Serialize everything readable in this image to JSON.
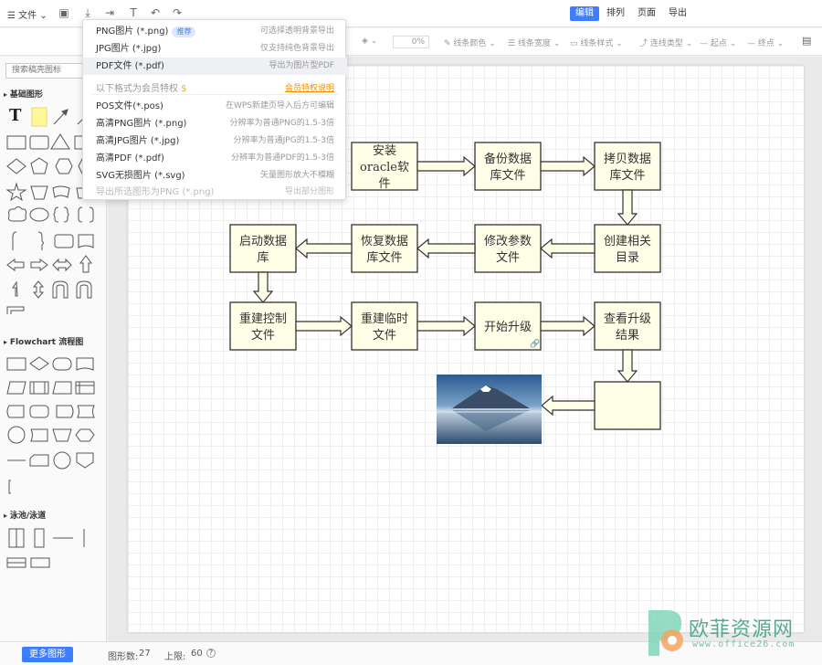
{
  "menubar": {
    "file_label": "文件",
    "tabs": [
      {
        "label": "编辑",
        "active": true
      },
      {
        "label": "排列",
        "active": false
      },
      {
        "label": "页面",
        "active": false
      },
      {
        "label": "导出",
        "active": false
      }
    ]
  },
  "toolbar2": {
    "opacity": "0%",
    "line_color": "线条颜色",
    "line_width": "线条宽度",
    "line_style": "线条样式",
    "connector_type": "连线类型",
    "start_point": "起点",
    "end_point": "终点"
  },
  "left_panel": {
    "search_placeholder": "搜索稿壳图标",
    "sections": [
      "基础图形",
      "Flowchart 流程图",
      "泳池/泳道"
    ]
  },
  "export_menu": {
    "items": [
      {
        "label": "PNG图片 (*.png)",
        "badge": "推荐",
        "desc": "可选择透明背景导出"
      },
      {
        "label": "JPG图片 (*.jpg)",
        "desc": "仅支持纯色背景导出"
      },
      {
        "label": "PDF文件 (*.pdf)",
        "desc": "导出为图片型PDF"
      }
    ],
    "vip_header": "以下格式为会员特权",
    "vip_link": "会员特权说明",
    "vip_items": [
      {
        "label": "POS文件(*.pos)",
        "desc": "在WPS新建页导入后方可编辑"
      },
      {
        "label": "高清PNG图片 (*.png)",
        "desc": "分辨率为普通PNG的1.5-3倍"
      },
      {
        "label": "高清JPG图片 (*.jpg)",
        "desc": "分辨率为普通JPG的1.5-3倍"
      },
      {
        "label": "高清PDF (*.pdf)",
        "desc": "分辨率为普通PDF的1.5-3倍"
      },
      {
        "label": "SVG无损图片 (*.svg)",
        "desc": "矢量图形放大不模糊"
      },
      {
        "label": "导出所选图形为PNG (*.png)",
        "desc": "导出部分图形"
      }
    ]
  },
  "diagram": {
    "nodes": [
      {
        "id": "install",
        "lines": [
          "安装",
          "oracle软",
          "件"
        ]
      },
      {
        "id": "backup",
        "lines": [
          "备份数据",
          "库文件"
        ]
      },
      {
        "id": "copy",
        "lines": [
          "拷贝数据",
          "库文件"
        ]
      },
      {
        "id": "rebuild_dir",
        "lines": [
          "创建相关",
          "目录"
        ]
      },
      {
        "id": "modify_param",
        "lines": [
          "修改参数",
          "文件"
        ]
      },
      {
        "id": "restore",
        "lines": [
          "恢复数据",
          "库文件"
        ]
      },
      {
        "id": "start_db",
        "lines": [
          "启动数据",
          "库"
        ]
      },
      {
        "id": "rebuild_ctl",
        "lines": [
          "重建控制",
          "文件"
        ]
      },
      {
        "id": "rebuild_tmp",
        "lines": [
          "重建临时",
          "文件"
        ]
      },
      {
        "id": "upgrade",
        "lines": [
          "开始升级"
        ]
      },
      {
        "id": "check",
        "lines": [
          "查看升级",
          "结果"
        ]
      },
      {
        "id": "blank",
        "lines": []
      }
    ],
    "colors": {
      "node_fill": "#ffffe8",
      "node_stroke": "#333333",
      "arrow_fill": "#ffffe8"
    }
  },
  "statusbar": {
    "more_shapes": "更多图形",
    "shape_count_label": "图形数:",
    "shape_count": "27",
    "limit_label": "上限:",
    "limit": "60"
  },
  "watermark": {
    "name": "欧菲资源网",
    "url": "www.office26.com"
  },
  "colors": {
    "accent": "#3d7eff",
    "vip": "#f08c00"
  }
}
